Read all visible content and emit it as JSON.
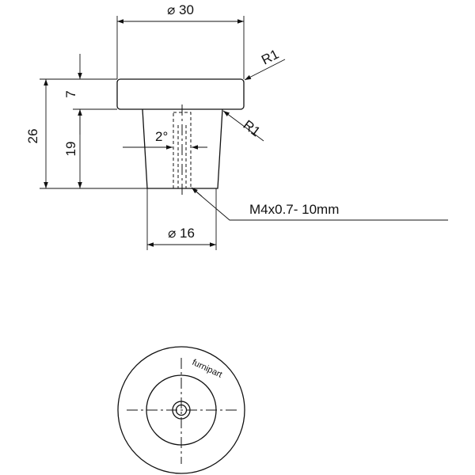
{
  "dimensions": {
    "top_diameter": "⌀ 30",
    "base_diameter": "⌀ 16",
    "total_height": "26",
    "cap_height": "7",
    "body_height": "19",
    "top_radius": "R1",
    "body_radius": "R1",
    "taper_angle": "2°",
    "thread_spec": "M4x0.7- 10mm"
  },
  "top_view": {
    "brand_text": "furnipart"
  }
}
